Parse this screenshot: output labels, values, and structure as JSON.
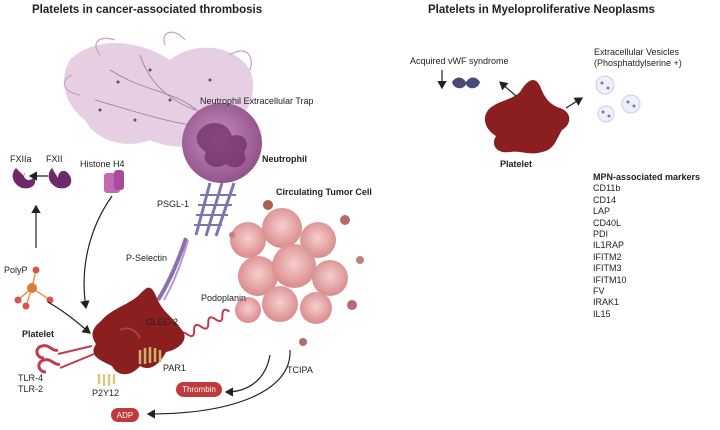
{
  "titles": {
    "left": "Platelets in cancer-associated thrombosis",
    "right": "Platelets in Myeloproliferative Neoplasms"
  },
  "labels": {
    "net": "Neutrophil Extracellular Trap",
    "neutrophil": "Neutrophil",
    "histone": "Histone H4",
    "fxiia": "FXIIa",
    "fxii": "FXII",
    "psgl1": "PSGL-1",
    "ctc": "Circulating Tumor Cell",
    "pselectin": "P-Selectin",
    "polyp": "PolyP",
    "podoplanin": "Podoplanin",
    "clec2": "CLEC-2",
    "platelet_left": "Platelet",
    "par1": "PAR1",
    "tlr4": "TLR-4",
    "tlr2": "TLR-2",
    "p2y12": "P2Y12",
    "tcipa": "TCIPA",
    "thrombin": "Thrombin",
    "adp": "ADP",
    "vwf": "Acquired vWF syndrome",
    "ev_line1": "Extracellular Vesicles",
    "ev_line2": "(Phosphatdylserine +)",
    "platelet_right": "Platelet"
  },
  "markers": {
    "heading": "MPN-associated markers",
    "items": [
      "CD11b",
      "CD14",
      "LAP",
      "CD40L",
      "PDI",
      "IL1RAP",
      "IFITM2",
      "IFITM3",
      "IFITM10",
      "FV",
      "IRAK1",
      "IL15"
    ]
  },
  "colors": {
    "platelet": "#8b1e1e",
    "neutrophil": "#b774ac",
    "net": "#d9b8d4",
    "tumor": "#e9a6a6",
    "receptor": "#c03b4e",
    "pill": "#c0393b",
    "fxii": "#6d2a6b",
    "histone": "#c268b5",
    "psgl": "#8e86b8",
    "ev": "#8b6fb0",
    "polyp": "#e09a50"
  }
}
